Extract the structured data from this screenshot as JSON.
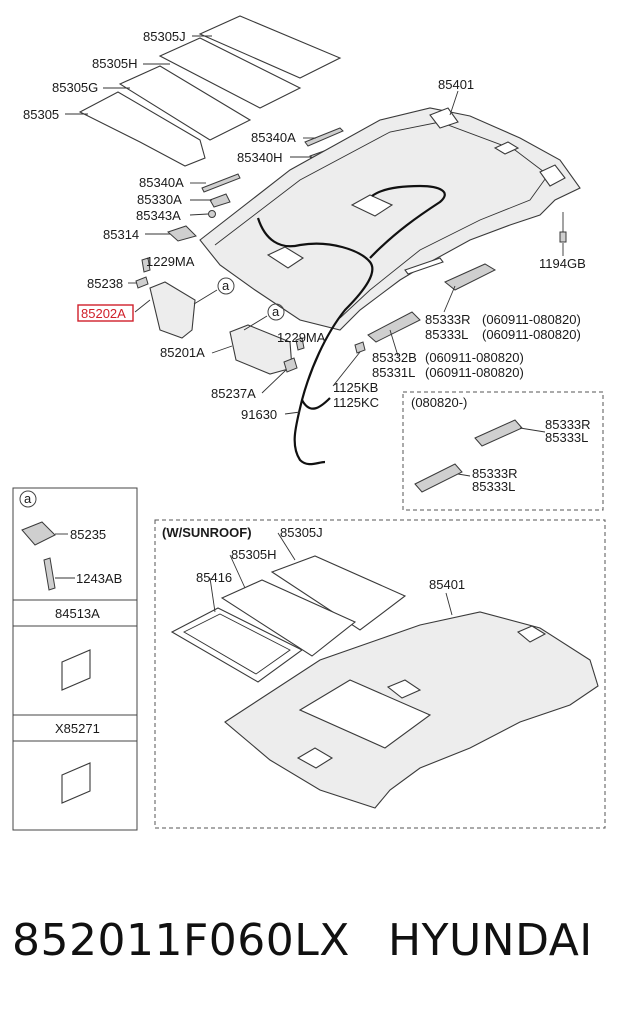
{
  "labels": {
    "p85305J": "85305J",
    "p85305H": "85305H",
    "p85305G": "85305G",
    "p85305": "85305",
    "p85340A": "85340A",
    "p85340H": "85340H",
    "p85340A_2": "85340A",
    "p85330A": "85330A",
    "p85343A": "85343A",
    "p85314": "85314",
    "p85401": "85401",
    "p1194GB": "1194GB",
    "p1229MA": "1229MA",
    "p85238": "85238",
    "p85202A": "85202A",
    "circleA": "a",
    "p85201A": "85201A",
    "p1229MA_2": "1229MA",
    "p85237A": "85237A",
    "p85333R": "85333R",
    "p85333L": "85333L",
    "date1": "(060911-080820)",
    "date2": "(060911-080820)",
    "p85332B": "85332B",
    "p85331L": "85331L",
    "date3": "(060911-080820)",
    "date4": "(060911-080820)",
    "p1125KB": "1125KB",
    "p1125KC": "1125KC",
    "p91630": "91630",
    "box_date": "(080820-)",
    "p85333R_b": "85333R",
    "p85333L_b": "85333L",
    "p85333R_c": "85333R",
    "p85333L_c": "85333L",
    "legend_a": "a",
    "p85235": "85235",
    "p1243AB": "1243AB",
    "p84513A": "84513A",
    "pX85271": "X85271",
    "sunroof_title": "(W/SUNROOF)",
    "s85305J": "85305J",
    "s85305H": "85305H",
    "s85416": "85416",
    "s85401": "85401"
  },
  "footer": {
    "part_number": "852011F060LX",
    "brand": "HYUNDAI"
  },
  "colors": {
    "highlight": "#d0202a"
  }
}
